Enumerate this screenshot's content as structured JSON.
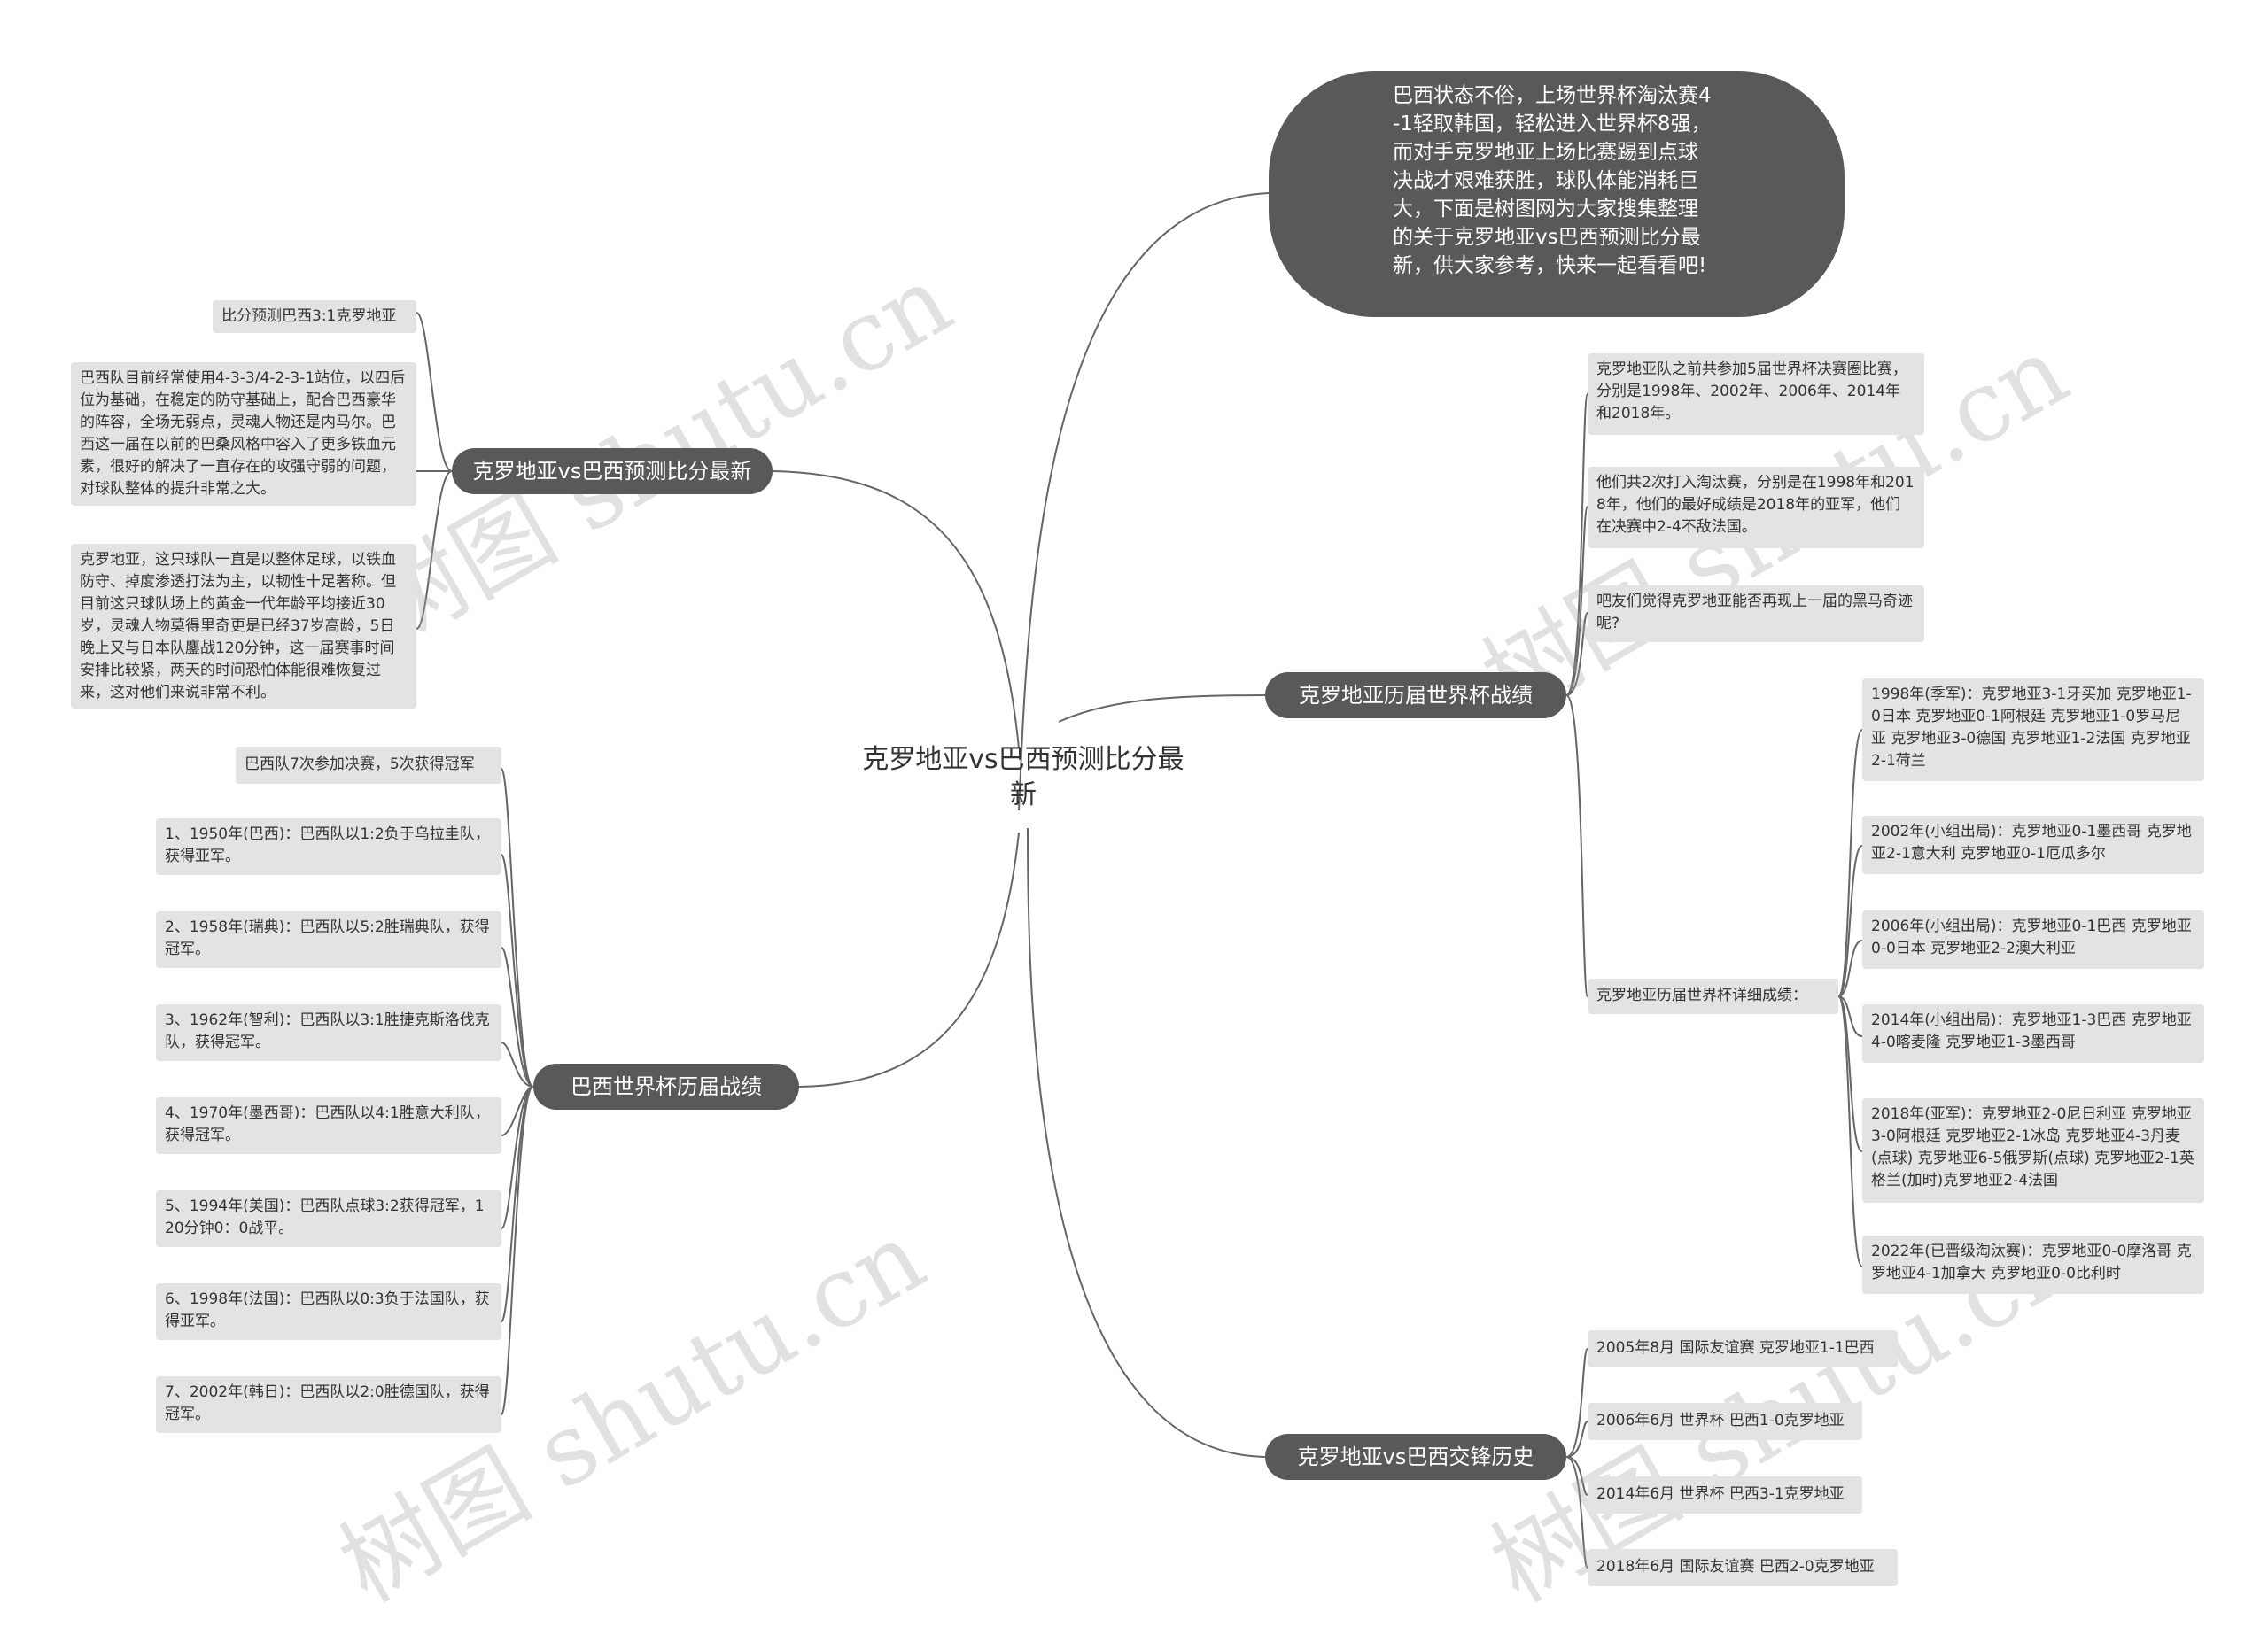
{
  "root": {
    "title": "克罗地亚vs巴西预测比分最新"
  },
  "intro": {
    "text": "巴西状态不俗，上场世界杯淘汰赛4-1轻取韩国，轻松进入世界杯8强，而对手克罗地亚上场比赛踢到点球决战才艰难获胜，球队体能消耗巨大，下面是树图网为大家搜集整理的关于克罗地亚vs巴西预测比分最新，供大家参考，快来一起看看吧!"
  },
  "branches": {
    "prediction": {
      "label": "克罗地亚vs巴西预测比分最新",
      "items": [
        "比分预测巴西3:1克罗地亚",
        "巴西队目前经常使用4-3-3/4-2-3-1站位，以四后位为基础，在稳定的防守基础上，配合巴西豪华的阵容，全场无弱点，灵魂人物还是内马尔。巴西这一届在以前的巴桑风格中容入了更多铁血元素，很好的解决了一直存在的攻强守弱的问题，对球队整体的提升非常之大。",
        "克罗地亚，这只球队一直是以整体足球，以铁血防守、掉度渗透打法为主，以韧性十足著称。但目前这只球队场上的黄金一代年龄平均接近30岁，灵魂人物莫得里奇更是已经37岁高龄，5日晚上又与日本队鏖战120分钟，这一届赛事时间安排比较紧，两天的时间恐怕体能很难恢复过来，这对他们来说非常不利。"
      ]
    },
    "brazil": {
      "label": "巴西世界杯历届战绩",
      "items": [
        "巴西队7次参加决赛，5次获得冠军",
        "1、1950年(巴西)：巴西队以1:2负于乌拉圭队，获得亚军。",
        "2、1958年(瑞典)：巴西队以5:2胜瑞典队，获得冠军。",
        "3、1962年(智利)：巴西队以3:1胜捷克斯洛伐克队，获得冠军。",
        "4、1970年(墨西哥)：巴西队以4:1胜意大利队，获得冠军。",
        "5、1994年(美国)：巴西队点球3:2获得冠军，120分钟0：0战平。",
        "6、1998年(法国)：巴西队以0:3负于法国队，获得亚军。",
        "7、2002年(韩日)：巴西队以2:0胜德国队，获得冠军。"
      ]
    },
    "croatia": {
      "label": "克罗地亚历届世界杯战绩",
      "items": [
        "克罗地亚队之前共参加5届世界杯决赛圈比赛，分别是1998年、2002年、2006年、2014年和2018年。",
        "他们共2次打入淘汰赛，分别是在1998年和2018年，他们的最好成绩是2018年的亚军，他们在决赛中2-4不敌法国。",
        "吧友们觉得克罗地亚能否再现上一届的黑马奇迹呢?",
        "克罗地亚历届世界杯详细成绩："
      ],
      "details": [
        "1998年(季军)：克罗地亚3-1牙买加 克罗地亚1-0日本 克罗地亚0-1阿根廷 克罗地亚1-0罗马尼亚 克罗地亚3-0德国 克罗地亚1-2法国 克罗地亚2-1荷兰",
        "2002年(小组出局)：克罗地亚0-1墨西哥 克罗地亚2-1意大利 克罗地亚0-1厄瓜多尔",
        "2006年(小组出局)：克罗地亚0-1巴西 克罗地亚0-0日本 克罗地亚2-2澳大利亚",
        "2014年(小组出局)：克罗地亚1-3巴西 克罗地亚4-0喀麦隆 克罗地亚1-3墨西哥",
        "2018年(亚军)：克罗地亚2-0尼日利亚 克罗地亚3-0阿根廷 克罗地亚2-1冰岛 克罗地亚4-3丹麦(点球) 克罗地亚6-5俄罗斯(点球) 克罗地亚2-1英格兰(加时)克罗地亚2-4法国",
        "2022年(已晋级淘汰赛)：克罗地亚0-0摩洛哥 克罗地亚4-1加拿大 克罗地亚0-0比利时"
      ]
    },
    "history": {
      "label": "克罗地亚vs巴西交锋历史",
      "items": [
        "2005年8月 国际友谊赛 克罗地亚1-1巴西",
        "2006年6月 世界杯 巴西1-0克罗地亚",
        "2014年6月 世界杯 巴西3-1克罗地亚",
        "2018年6月 国际友谊赛 巴西2-0克罗地亚"
      ]
    }
  },
  "watermark": [
    "树图 shutu.cn",
    "树图 shutu.cn",
    "树图 shutu.cn",
    "树图 shutu.cn"
  ]
}
